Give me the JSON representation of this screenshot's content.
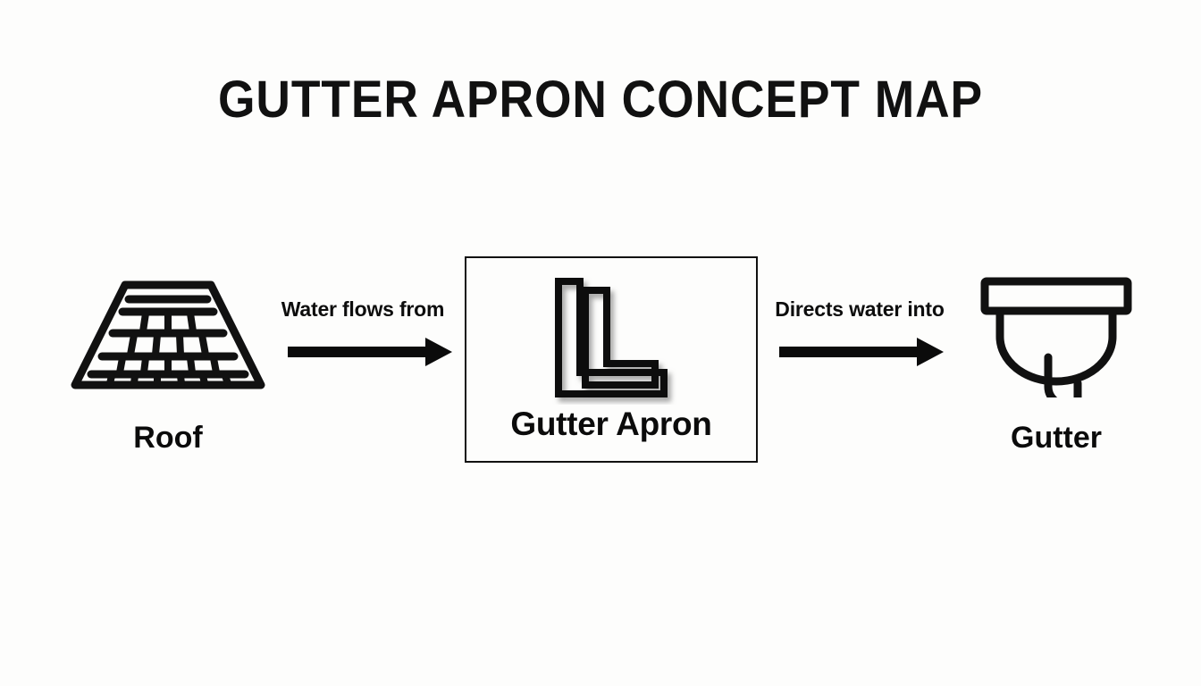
{
  "title": "GUTTER APRON CONCEPT MAP",
  "colors": {
    "background": "#fdfdfc",
    "stroke": "#111111",
    "text": "#0b0b0b"
  },
  "diagram": {
    "type": "concept-map",
    "nodes": [
      {
        "id": "roof",
        "label": "Roof",
        "icon": "roof-shingles-icon",
        "boxed": false
      },
      {
        "id": "gutter-apron",
        "label": "Gutter Apron",
        "icon": "l-flashing-angle-icon",
        "boxed": true
      },
      {
        "id": "gutter",
        "label": "Gutter",
        "icon": "gutter-downspout-icon",
        "boxed": false
      }
    ],
    "edges": [
      {
        "id": "roof-to-apron",
        "label": "Water flows from",
        "from": "roof",
        "to": "gutter-apron",
        "arrow": "right-arrow-icon"
      },
      {
        "id": "apron-to-gutter",
        "label": "Directs water into",
        "from": "gutter-apron",
        "to": "gutter",
        "arrow": "right-arrow-icon"
      }
    ]
  }
}
